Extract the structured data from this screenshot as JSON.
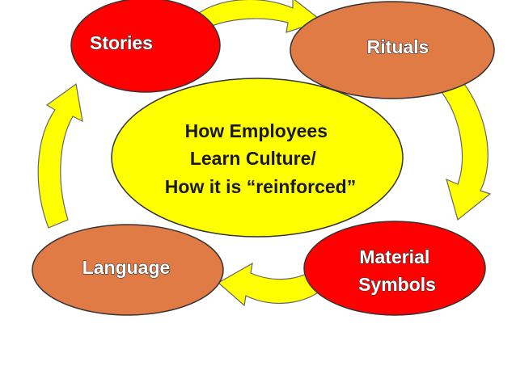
{
  "center": {
    "lines": [
      "How Employees",
      "Learn Culture/",
      "How it is “reinforced”"
    ],
    "fill": "#ffff00"
  },
  "nodes": {
    "stories": {
      "label": "Stories",
      "fill": "#ff0000"
    },
    "rituals": {
      "label": "Rituals",
      "fill": "#e07b45"
    },
    "material": {
      "lines": [
        "Material",
        "Symbols"
      ],
      "fill": "#ff0000"
    },
    "language": {
      "label": "Language",
      "fill": "#e07b45"
    }
  },
  "arrows": {
    "fill": "#ffff00",
    "stroke": "#666666",
    "direction": "clockwise"
  }
}
